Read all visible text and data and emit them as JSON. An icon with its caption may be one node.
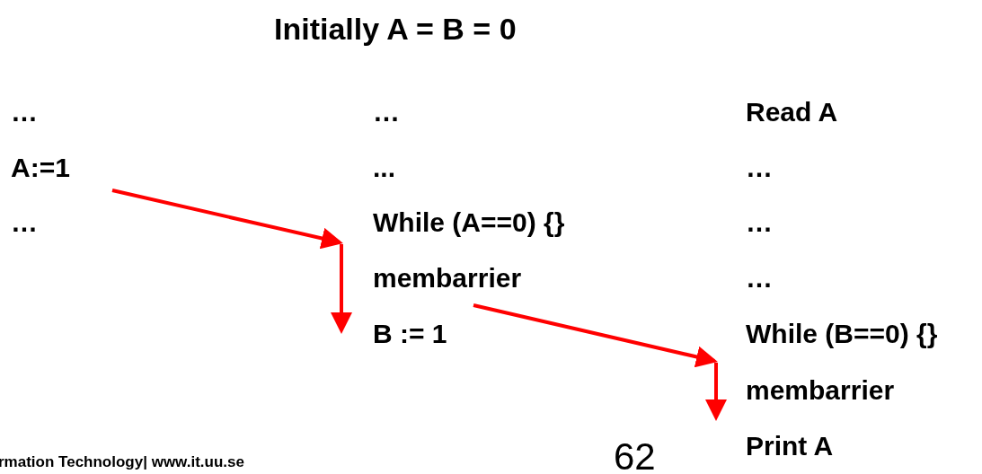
{
  "diagram": {
    "title": "Initially A = B = 0",
    "nodes": [
      {
        "text": [
          "A:=1"
        ]
      },
      {
        "text": [
          "While (A==0) {}"
        ]
      },
      {
        "text": [
          "membarrier"
        ]
      },
      {
        "text": [
          "B := 1"
        ]
      },
      {
        "text": [
          "While (B==0) {}"
        ]
      },
      {
        "text": [
          "Print A"
        ]
      }
    ],
    "edges": [
      {
        "from": 0,
        "to": 1,
        "arrow": "to",
        "color": "#ff0000"
      },
      {
        "from": 1,
        "to": 3,
        "arrow": "to",
        "color": "#ff0000"
      },
      {
        "from": 2,
        "to": 4,
        "arrow": "to",
        "color": "#ff0000"
      },
      {
        "from": 4,
        "to": 5,
        "arrow": "to",
        "color": "#ff0000"
      }
    ],
    "labels": [
      "…",
      "…",
      "Read A",
      "...",
      "…",
      "…",
      "…",
      "…",
      "membarrier",
      "rmation Technology| www.it.uu.se",
      "62"
    ]
  }
}
